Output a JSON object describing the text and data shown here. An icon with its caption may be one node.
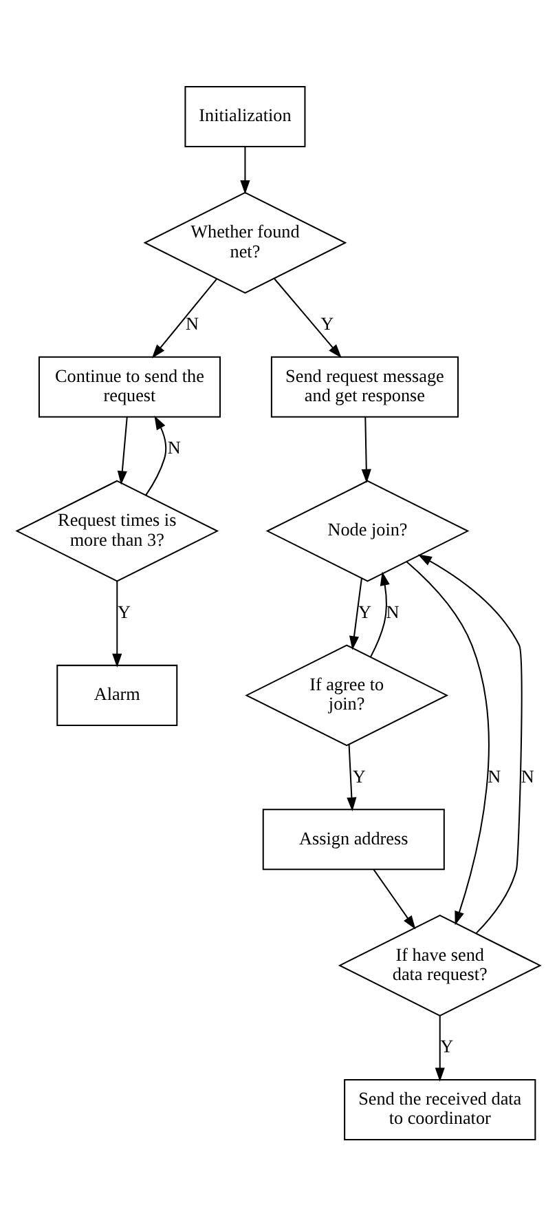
{
  "diagram": {
    "nodes": [
      {
        "text": [
          "Initialization"
        ]
      },
      {
        "text": [
          "Whether found net?"
        ]
      },
      {
        "text": [
          "Continue to send the request"
        ]
      },
      {
        "text": [
          "Send request message and get response"
        ]
      },
      {
        "text": [
          "Request times is more than 3?"
        ]
      },
      {
        "text": [
          "Alarm"
        ]
      },
      {
        "text": [
          "Node join?"
        ]
      },
      {
        "text": [
          "If agree to join?"
        ]
      },
      {
        "text": [
          "Assign address"
        ]
      },
      {
        "text": [
          "If have send data request?"
        ]
      },
      {
        "text": [
          "Send the received data to coordinator"
        ]
      }
    ],
    "edges": [
      {
        "from": 0,
        "to": 1,
        "arrow": "to"
      },
      {
        "from": 1,
        "to": 2,
        "arrow": "to",
        "label": "N"
      },
      {
        "from": 1,
        "to": 3,
        "arrow": "to",
        "label": "Y"
      },
      {
        "from": 2,
        "to": 4,
        "arrow": "to"
      },
      {
        "from": 4,
        "to": 2,
        "arrow": "to",
        "label": "N"
      },
      {
        "from": 4,
        "to": 5,
        "arrow": "to",
        "label": "Y"
      },
      {
        "from": 3,
        "to": 6,
        "arrow": "to"
      },
      {
        "from": 6,
        "to": 9,
        "arrow": "to",
        "label": "N"
      },
      {
        "from": 6,
        "to": 7,
        "arrow": "to",
        "label": "Y"
      },
      {
        "from": 7,
        "to": 6,
        "arrow": "to",
        "label": "N"
      },
      {
        "from": 7,
        "to": 8,
        "arrow": "to",
        "label": "Y"
      },
      {
        "from": 8,
        "to": 9,
        "arrow": "to"
      },
      {
        "from": 9,
        "to": 6,
        "arrow": "to",
        "label": "N"
      },
      {
        "from": 9,
        "to": 10,
        "arrow": "to",
        "label": "Y"
      }
    ]
  }
}
